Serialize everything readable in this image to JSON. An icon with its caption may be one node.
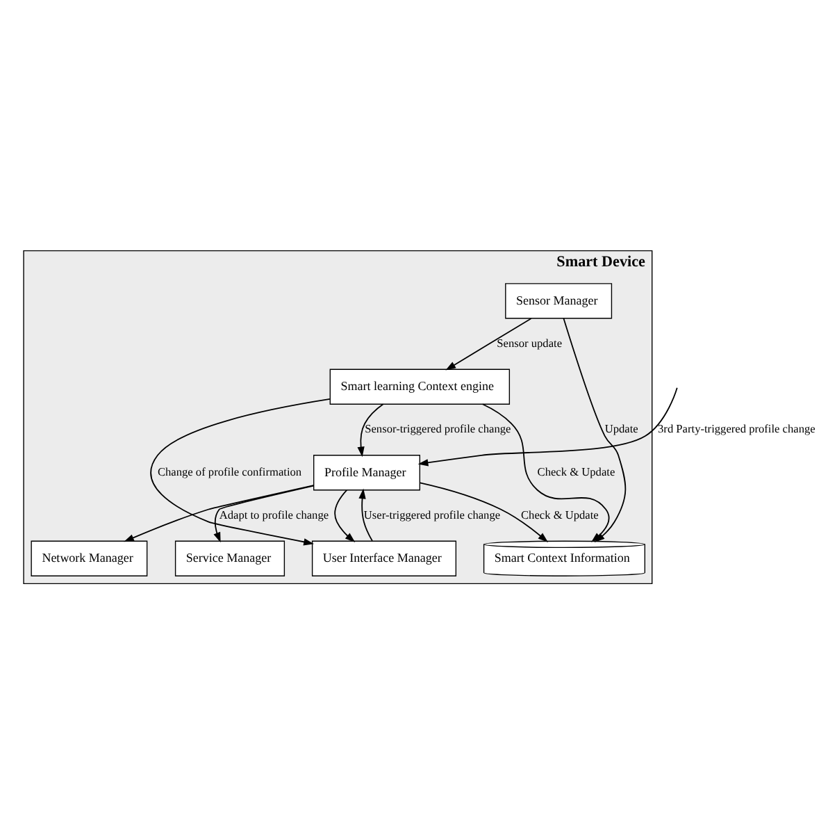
{
  "diagram": {
    "nodes": [
      {
        "text": [
          "Smart Device"
        ]
      },
      {
        "text": [
          "Sensor Manager"
        ],
        "in": 0
      },
      {
        "text": [
          "Smart learning Context engine"
        ],
        "in": 0
      },
      {
        "text": [
          "Smart Context Information"
        ],
        "in": 0
      },
      {
        "text": [
          "Profile Manager"
        ],
        "in": 0
      },
      {
        "text": [
          "Network Manager"
        ],
        "in": 0
      },
      {
        "text": [
          "Service Manager"
        ],
        "in": 0
      },
      {
        "text": [
          "User Interface Manager"
        ],
        "in": 0
      }
    ],
    "edges": [
      {
        "from": 1,
        "to": 2,
        "arrow": "to",
        "label": "Sensor update"
      },
      {
        "from": 1,
        "to": 3,
        "arrow": "to",
        "label": "Update"
      },
      {
        "from": 2,
        "to": 3,
        "arrow": "to",
        "label": "Check & Update"
      },
      {
        "from": 2,
        "to": 4,
        "arrow": "to",
        "label": "Sensor-triggered profile change"
      },
      {
        "from": 4,
        "to": 3,
        "arrow": "to",
        "label": "Check & Update"
      },
      {
        "from": null,
        "to": 4,
        "arrow": "to",
        "label": "3rd Party-triggered profile change"
      },
      {
        "from": 4,
        "to": 5,
        "arrow": "to"
      },
      {
        "from": 4,
        "to": 6,
        "arrow": "to",
        "label": "Adapt to profile change"
      },
      {
        "from": 4,
        "to": 7,
        "arrow": "to"
      },
      {
        "from": 7,
        "to": 4,
        "arrow": "to",
        "label": "User-triggered profile change"
      },
      {
        "from": 2,
        "to": 7,
        "arrow": "to",
        "label": "Change of profile confirmation"
      }
    ]
  }
}
